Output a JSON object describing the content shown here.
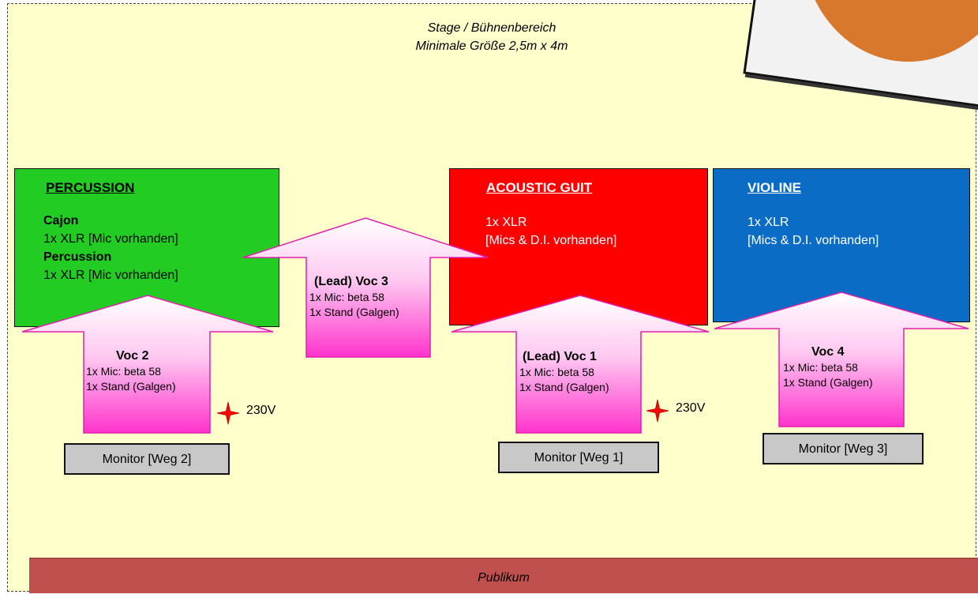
{
  "stage": {
    "title_line1": "Stage / Bühnenbereich",
    "title_line2": "Minimale Größe 2,5m x 4m"
  },
  "audience": {
    "label": "Publikum"
  },
  "instruments": [
    {
      "name": "PERCUSSION",
      "color": "#22cc22",
      "lines": [
        {
          "text": "Cajon",
          "bold": true
        },
        {
          "text": "1x XLR [Mic vorhanden]",
          "bold": false
        },
        {
          "text": "Percussion",
          "bold": true
        },
        {
          "text": "1x XLR [Mic vorhanden]",
          "bold": false
        }
      ]
    },
    {
      "name": "ACOUSTIC GUIT",
      "color": "#ff0000",
      "lines": [
        {
          "text": "1x XLR",
          "bold": false
        },
        {
          "text": "[Mics & D.I. vorhanden]",
          "bold": false
        }
      ]
    },
    {
      "name": "VIOLINE",
      "color": "#0a6cc4",
      "lines": [
        {
          "text": "1x XLR",
          "bold": false
        },
        {
          "text": "[Mics & D.I. vorhanden]",
          "bold": false
        }
      ]
    }
  ],
  "vocals": [
    {
      "title": "Voc 2",
      "mic": "1x Mic: beta 58",
      "stand": "1x Stand (Galgen)"
    },
    {
      "title": "(Lead) Voc 3",
      "mic": "1x Mic: beta 58",
      "stand": "1x Stand (Galgen)"
    },
    {
      "title": "(Lead) Voc 1",
      "mic": "1x Mic: beta 58",
      "stand": "1x Stand (Galgen)"
    },
    {
      "title": "Voc 4",
      "mic": "1x Mic: beta 58",
      "stand": "1x Stand (Galgen)"
    }
  ],
  "monitors": [
    {
      "label": "Monitor [Weg 2]"
    },
    {
      "label": "Monitor [Weg 1]"
    },
    {
      "label": "Monitor [Weg 3]"
    }
  ],
  "power": [
    {
      "label": "230V",
      "color": "#ff0000"
    },
    {
      "label": "230V",
      "color": "#ff0000"
    }
  ],
  "colors": {
    "stage_bg": "#ffffcc",
    "audience_bg": "#c0504d",
    "arrow_top": "#ffffff",
    "arrow_bottom": "#ff33cc",
    "monitor_bg": "#c8c8c8"
  }
}
